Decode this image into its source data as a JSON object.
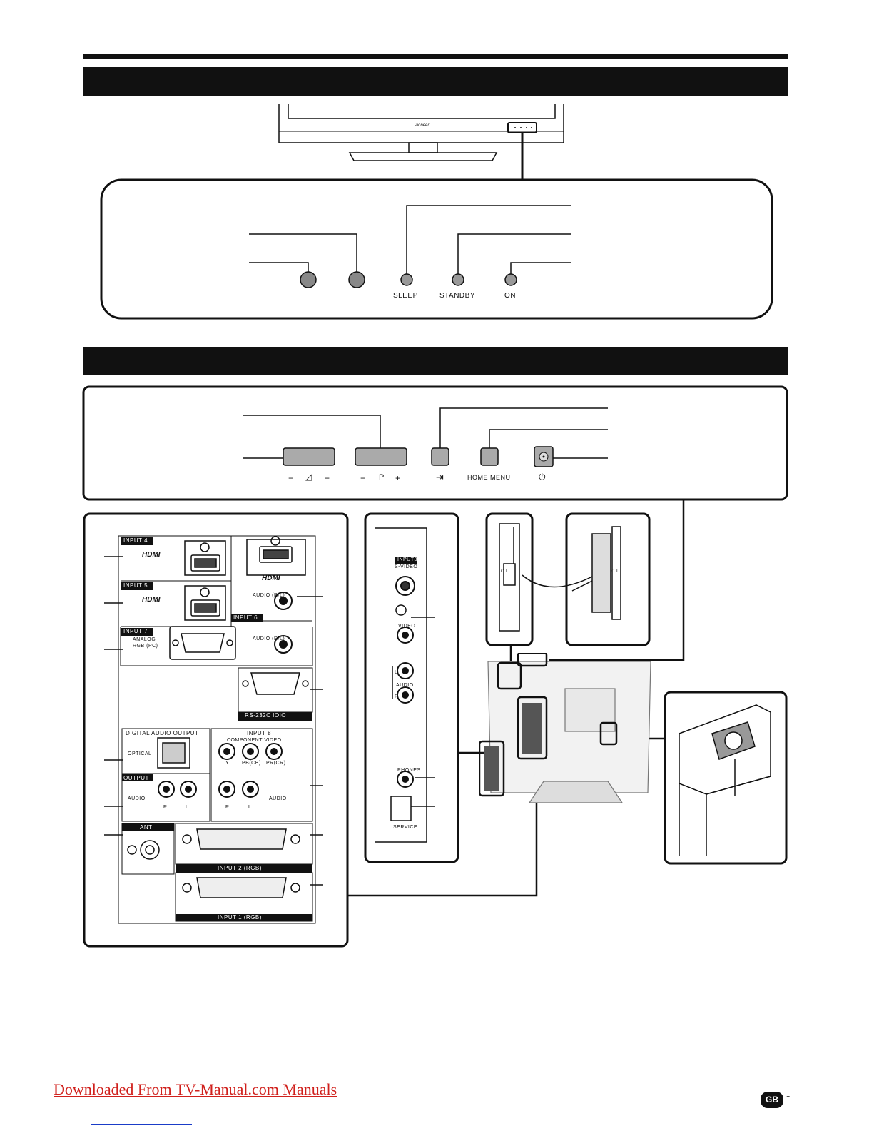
{
  "front_panel": {
    "indicators": [
      "SLEEP",
      "STANDBY",
      "ON"
    ],
    "brand": "Pioneer"
  },
  "side_buttons": {
    "volume": {
      "minus": "−",
      "symbol": "◿",
      "plus": "+"
    },
    "program": {
      "minus": "−",
      "symbol": "P",
      "plus": "+"
    },
    "input_symbol": "⇥",
    "home_menu": "HOME MENU",
    "power_symbol": "⏻"
  },
  "rear_terminals": {
    "input4": "INPUT 4",
    "input5": "INPUT 5",
    "input6": "INPUT 6",
    "input7": "INPUT 7",
    "hdmi": "HDMI",
    "audio_rl": "AUDIO (R/L)",
    "analog_rgb_1": "ANALOG",
    "analog_rgb_2": "RGB (PC)",
    "rs232c": "RS-232C IOIO",
    "digital_audio_output": "DIGITAL AUDIO OUTPUT",
    "optical": "OPTICAL",
    "input8": "INPUT 8",
    "component_video": "COMPONENT VIDEO",
    "y": "Y",
    "pb": "PB(CB)",
    "pr": "PR(CR)",
    "output": "OUTPUT",
    "audio": "AUDIO",
    "r": "R",
    "l": "L",
    "ant": "ANT",
    "input2_rgb": "INPUT 2 (RGB)",
    "input1_rgb": "INPUT 1 (RGB)"
  },
  "side_terminals": {
    "input3": "INPUT3",
    "s_video": "S-VIDEO",
    "video": "VIDEO",
    "audio": "AUDIO",
    "l": "L",
    "r": "R",
    "phones": "PHONES",
    "service": "SERVICE"
  },
  "ci_label": "C.I.",
  "footer": {
    "link": "Downloaded From TV-Manual.com Manuals",
    "region_badge": "GB",
    "page_dash": "-"
  }
}
